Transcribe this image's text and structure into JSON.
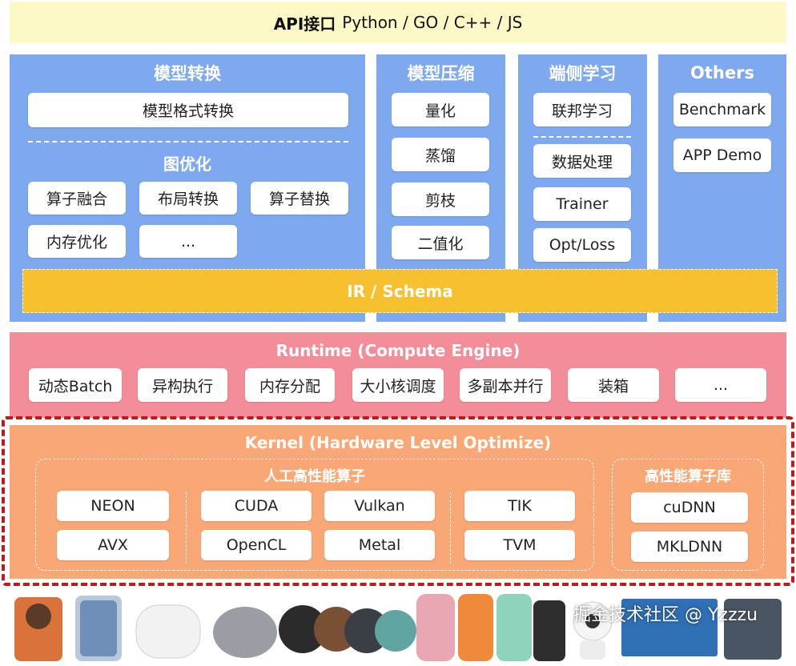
{
  "api": {
    "bold": "API接口",
    "langs": "Python / GO / C++ / JS"
  },
  "model_convert": {
    "title": "模型转换",
    "format_convert": "模型格式转换",
    "graph_opt_title": "图优化",
    "items": [
      "算子融合",
      "布局转换",
      "算子替换",
      "内存优化",
      "..."
    ]
  },
  "model_compress": {
    "title": "模型压缩",
    "items": [
      "量化",
      "蒸馏",
      "剪枝",
      "二值化"
    ]
  },
  "on_device_learning": {
    "title": "端侧学习",
    "items": [
      "联邦学习",
      "数据处理",
      "Trainer",
      "Opt/Loss"
    ]
  },
  "others": {
    "title": "Others",
    "items": [
      "Benchmark",
      "APP Demo"
    ]
  },
  "ir": {
    "label": "IR / Schema"
  },
  "runtime": {
    "title": "Runtime (Compute Engine)",
    "items": [
      "动态Batch",
      "异构执行",
      "内存分配",
      "大小核调度",
      "多副本并行",
      "装箱",
      "..."
    ]
  },
  "kernel": {
    "title": "Kernel (Hardware Level Optimize)",
    "operators_title": "人工高性能算子",
    "ops": [
      "NEON",
      "AVX",
      "CUDA",
      "OpenCL",
      "Vulkan",
      "Metal",
      "TIK",
      "TVM"
    ],
    "libs_title": "高性能算子库",
    "libs": [
      "cuDNN",
      "MKLDNN"
    ]
  },
  "watermark": "掘金技术社区 @ Yzzzu",
  "colors": {
    "api_bg": "#fcf9c6",
    "blue": "#7ea9ef",
    "ir": "#f7c02e",
    "runtime": "#f48d9a",
    "kernel": "#f9a775",
    "highlight_border": "#c4171c"
  }
}
